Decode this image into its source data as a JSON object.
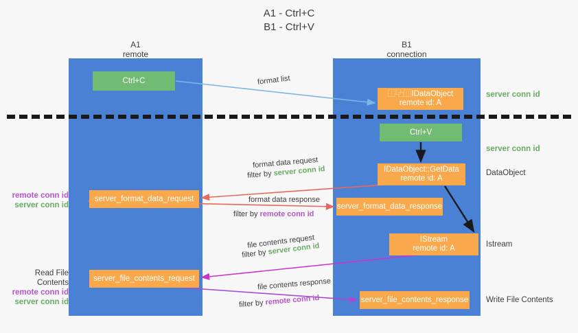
{
  "title": {
    "line1": "A1 - Ctrl+C",
    "line2": "B1 - Ctrl+V"
  },
  "lanes": [
    {
      "id": "a1",
      "name": "A1",
      "role": "remote",
      "color": "#4a81d4"
    },
    {
      "id": "b1",
      "name": "B1",
      "role": "connection",
      "color": "#4a81d4"
    }
  ],
  "boxes": {
    "ctrl_c": {
      "label": "Ctrl+C",
      "color": "#72bb72"
    },
    "idataobject": {
      "line1": "⿰⿻⿲IDataObject",
      "line2": "remote id: A",
      "color": "#f9a94c"
    },
    "ctrl_v": {
      "label": "Ctrl+V",
      "color": "#72bb72"
    },
    "getdata": {
      "line1": "IDataObject::GetData",
      "line2": "remote id: A",
      "color": "#f9a94c"
    },
    "server_format_data_request": {
      "label": "server_format_data_request",
      "color": "#f9a94c"
    },
    "server_format_data_response": {
      "label": "server_format_data_response",
      "color": "#f9a94c"
    },
    "istream": {
      "line1": "IStream",
      "line2": "remote id: A",
      "color": "#f9a94c"
    },
    "server_file_contents_request": {
      "label": "server_file_contents_request",
      "color": "#f9a94c"
    },
    "server_file_contents_response": {
      "label": "server_file_contents_response",
      "color": "#f9a94c"
    }
  },
  "arrow_labels": {
    "format_list": "format list",
    "format_data_request": "format data request",
    "format_data_request_filter_prefix": "filter by ",
    "format_data_request_filter_key": "server conn id",
    "format_data_response": "format data response",
    "format_data_response_filter_prefix": "filter by ",
    "format_data_response_filter_key": "remote conn id",
    "file_contents_request": "file contents request",
    "file_contents_request_filter_prefix": "filter by ",
    "file_contents_request_filter_key": "server conn id",
    "file_contents_response": "file contents response",
    "file_contents_response_filter_prefix": "filter by ",
    "file_contents_response_filter_key": "remote conn id"
  },
  "side_labels": {
    "server_conn_id_top": "server conn id",
    "server_conn_id_mid": "server conn id",
    "dataobject": "DataObject",
    "istream": "Istream",
    "write_file_contents": "Write File Contents",
    "read_file_contents": "Read File Contents",
    "remote_conn_id": "remote conn id",
    "server_conn_id": "server conn id"
  },
  "colors": {
    "lane": "#4a81d4",
    "orange": "#f9a94c",
    "green_box": "#72bb72",
    "green_text": "#6aaa64",
    "purple_text": "#b455c9",
    "red_arrow": "#e8685b",
    "magenta_arrow": "#cc33cc",
    "purple_arrow": "#a64bd6",
    "blue_arrow": "#7fb6e8",
    "black_arrow": "#1a1a1a",
    "divider": "#1a1a1a",
    "background": "#f7f7f7"
  }
}
